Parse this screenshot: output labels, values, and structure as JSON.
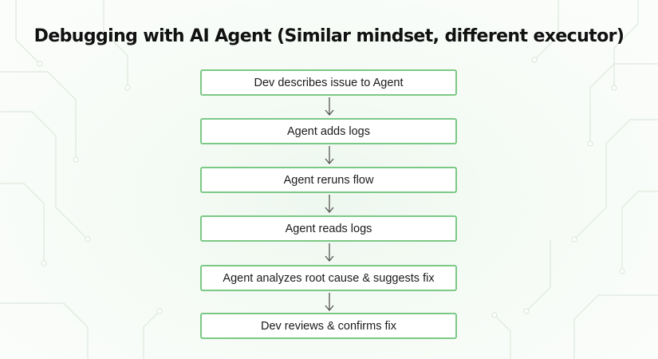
{
  "title": "Debugging with AI Agent (Similar mindset, different executor)",
  "steps": [
    "Dev describes issue to Agent",
    "Agent adds logs",
    "Agent reruns flow",
    "Agent reads logs",
    "Agent analyzes root cause & suggests fix",
    "Dev reviews & confirms fix"
  ],
  "colors": {
    "box_border": "#7cc986",
    "box_fill": "#ffffff",
    "arrow": "#555555",
    "title": "#111111",
    "circuit": "#dde8dd"
  }
}
